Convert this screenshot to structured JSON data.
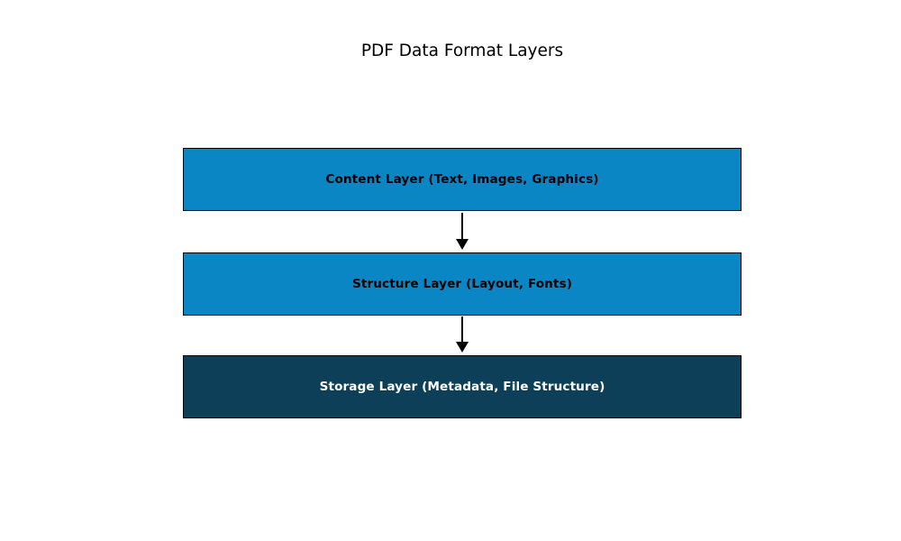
{
  "title": "PDF Data Format Layers",
  "colors": {
    "background": "#ffffff",
    "box_border": "#000000",
    "arrow": "#000000",
    "title_text": "#000000",
    "layer_blue": "#0a86c5",
    "layer_dark_blue": "#0d4058"
  },
  "layers": [
    {
      "label": "Content Layer (Text, Images, Graphics)",
      "fill": "#0a86c5",
      "text_color": "#000000"
    },
    {
      "label": "Structure Layer (Layout, Fonts)",
      "fill": "#0a86c5",
      "text_color": "#000000"
    },
    {
      "label": "Storage Layer (Metadata, File Structure)",
      "fill": "#0d4058",
      "text_color": "#ffffff"
    }
  ],
  "connectors": [
    {
      "from": "Content Layer",
      "to": "Structure Layer",
      "direction": "down"
    },
    {
      "from": "Structure Layer",
      "to": "Storage Layer",
      "direction": "down"
    }
  ]
}
